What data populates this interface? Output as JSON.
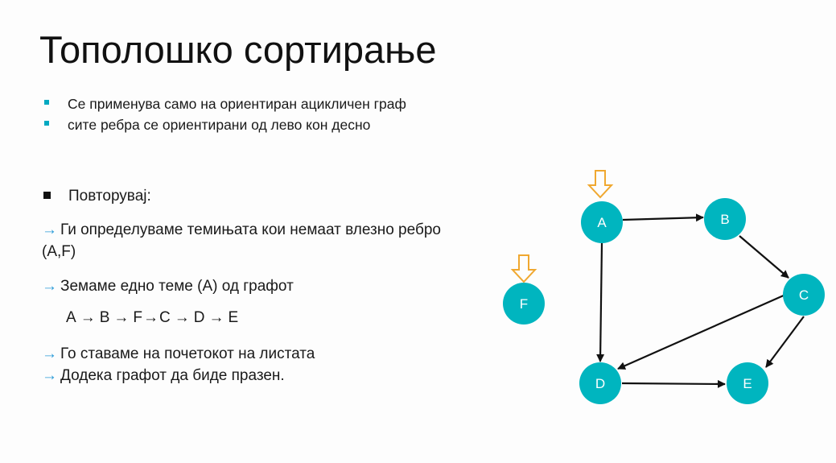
{
  "title": "Тополошко сортирање",
  "bullets": [
    "Се применува само на ориентиран ацикличен граф",
    "сите ребра се ориентирани од лево кон десно"
  ],
  "repeat_label": "Повторувај:",
  "step1_line1": "Ги определуваме темињата кои немаат влезно ребро",
  "step1_line2": "(A,F)",
  "step2": "Земаме едно теме (A) од графот",
  "sequence": [
    "A",
    "B",
    "F",
    "C",
    "D",
    "E"
  ],
  "sequence_arrow": "→",
  "step3": "Го ставаме на почетокот на листата",
  "step4": "Додека графот да биде празен.",
  "arrow_glyph": "→",
  "colors": {
    "node": "#00b5bf",
    "bullet": "#00a9c1",
    "arrow_text": "#2a9bd8",
    "indegree_marker": "#f0a830"
  },
  "graph": {
    "nodes": [
      "A",
      "B",
      "C",
      "D",
      "E",
      "F"
    ],
    "edges": [
      [
        "A",
        "B"
      ],
      [
        "A",
        "D"
      ],
      [
        "B",
        "C"
      ],
      [
        "C",
        "D"
      ],
      [
        "C",
        "E"
      ],
      [
        "D",
        "E"
      ]
    ],
    "no_incoming_markers": [
      "A",
      "F"
    ]
  }
}
